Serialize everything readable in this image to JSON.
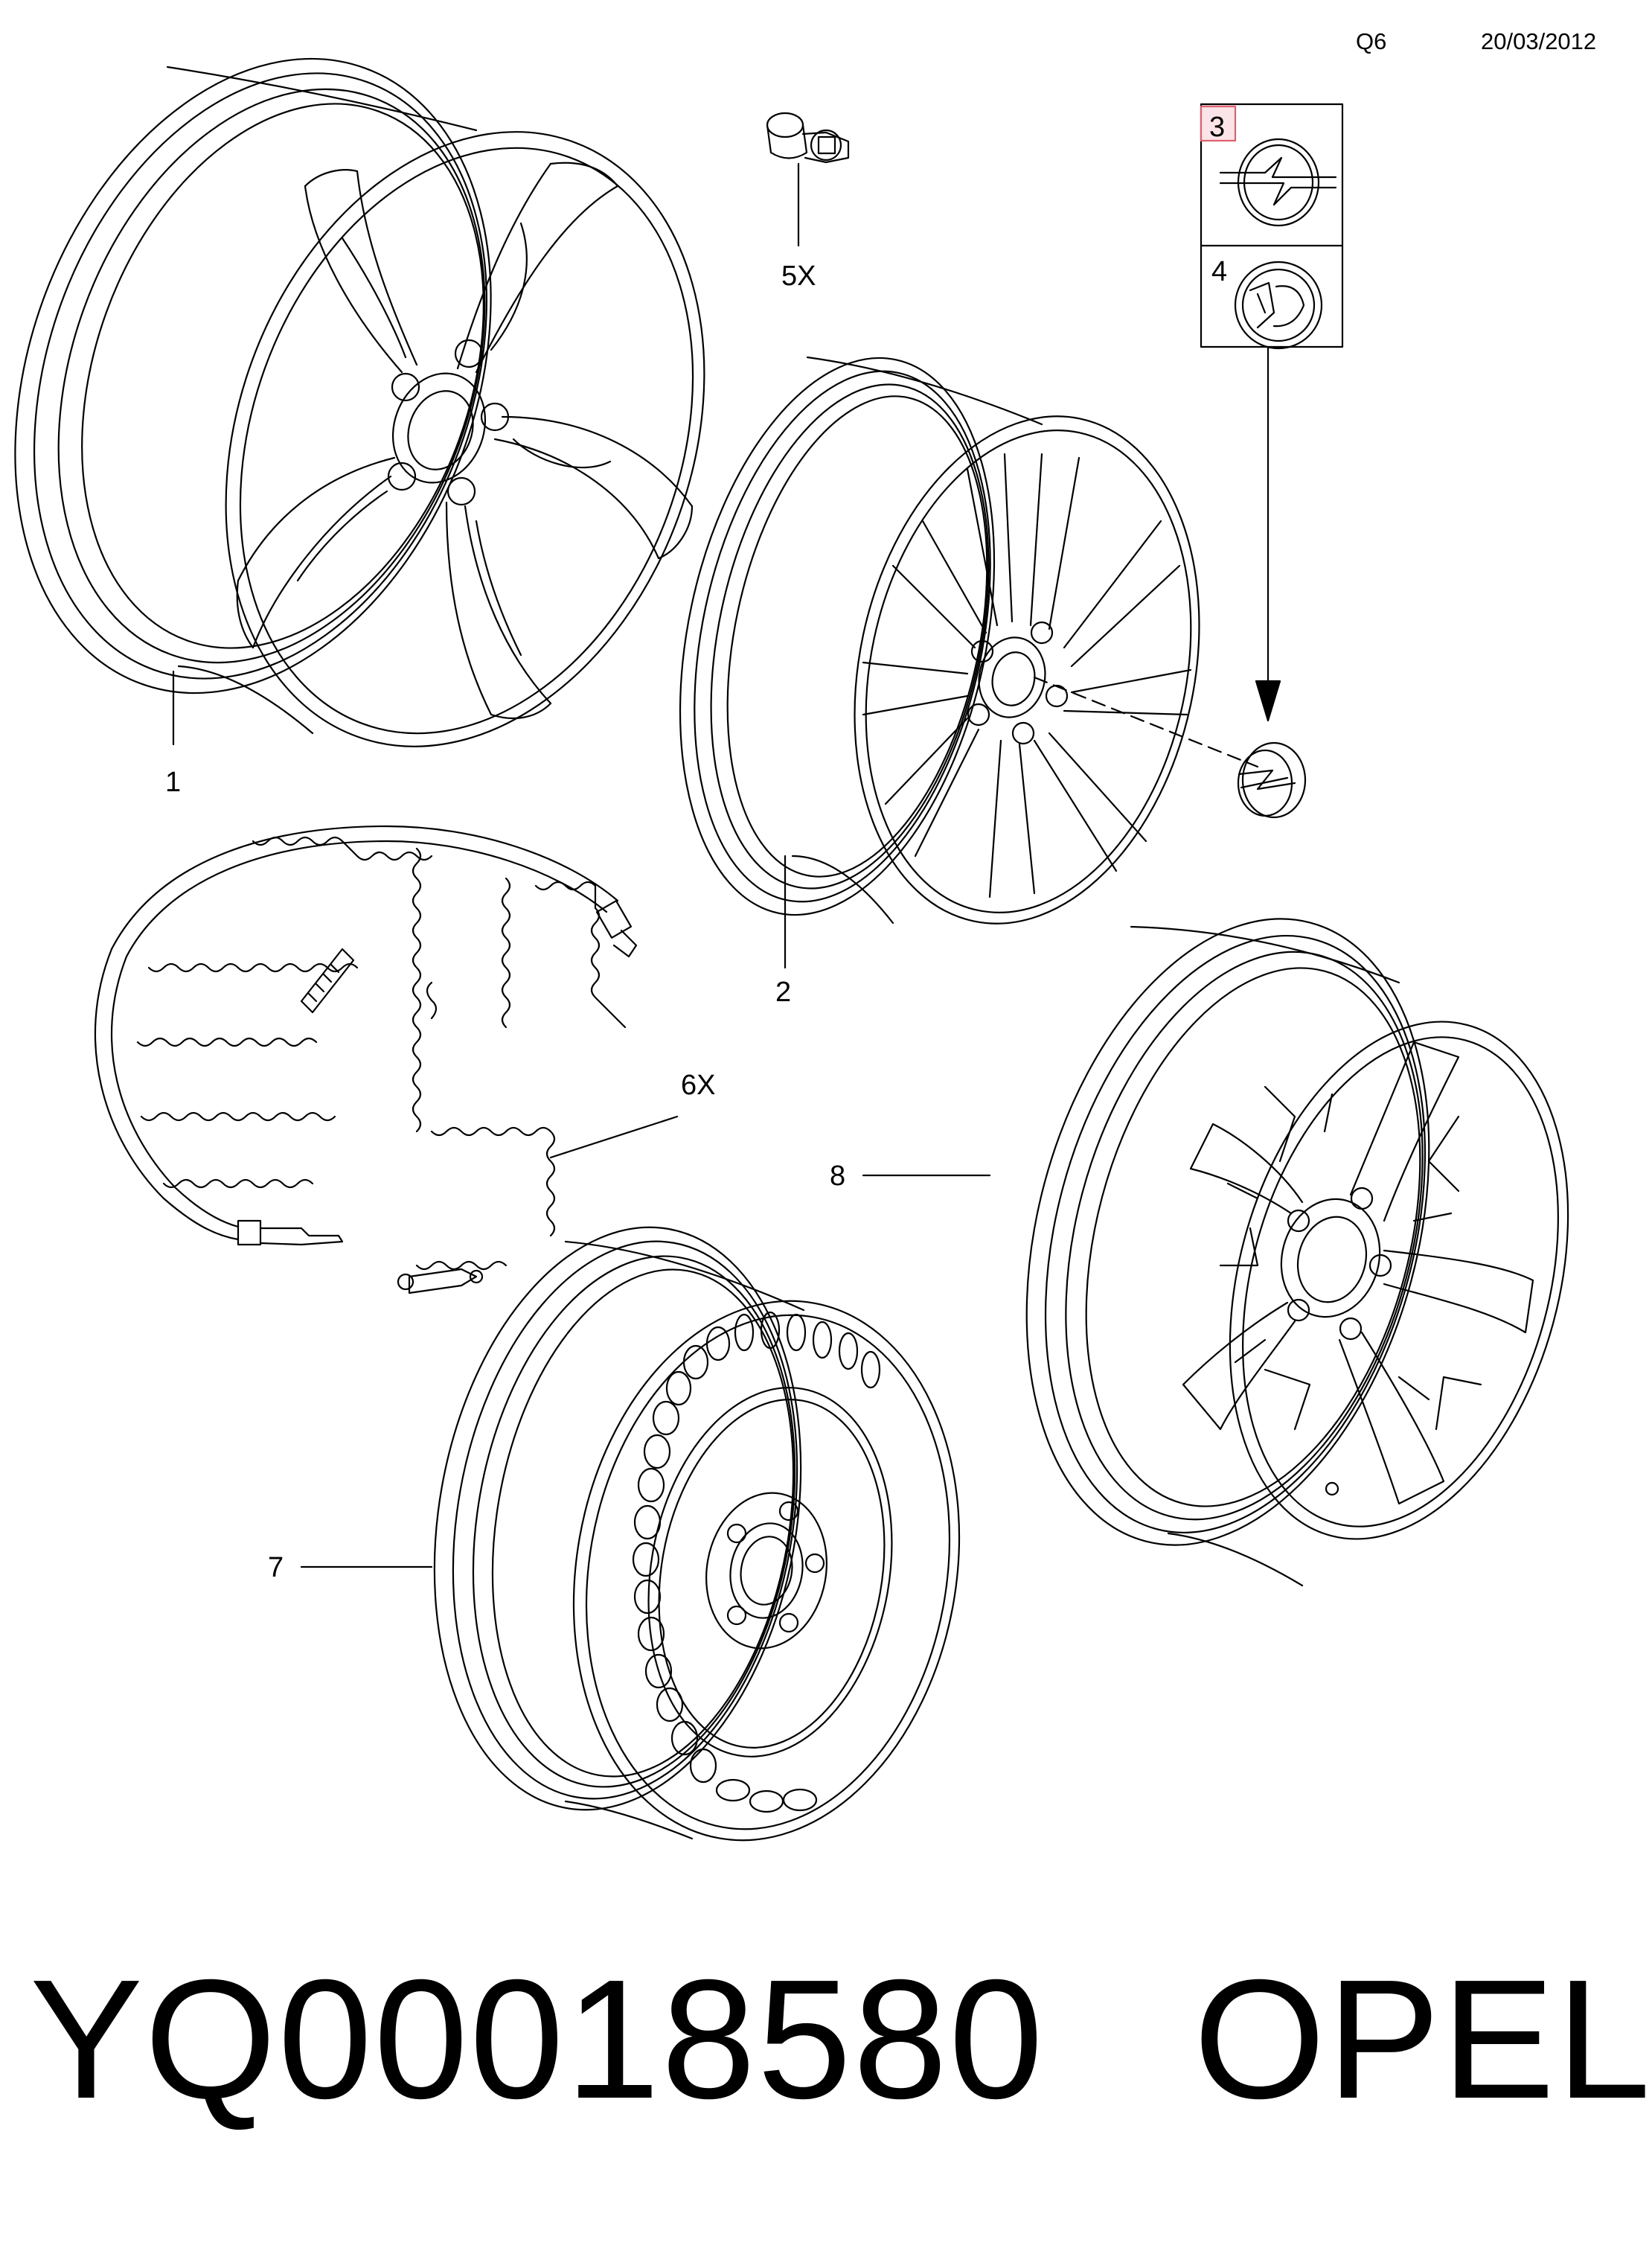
{
  "header": {
    "code": "Q6",
    "date": "20/03/2012"
  },
  "callouts": {
    "c1": "1",
    "c2": "2",
    "c3": "3",
    "c4": "4",
    "c5": "5X",
    "c6": "6X",
    "c7": "7",
    "c8": "8"
  },
  "footer": {
    "part_number": "YQ00018580",
    "brand": "OPEL"
  },
  "colors": {
    "line": "#000000",
    "highlight": "#e06070",
    "background": "#ffffff"
  }
}
